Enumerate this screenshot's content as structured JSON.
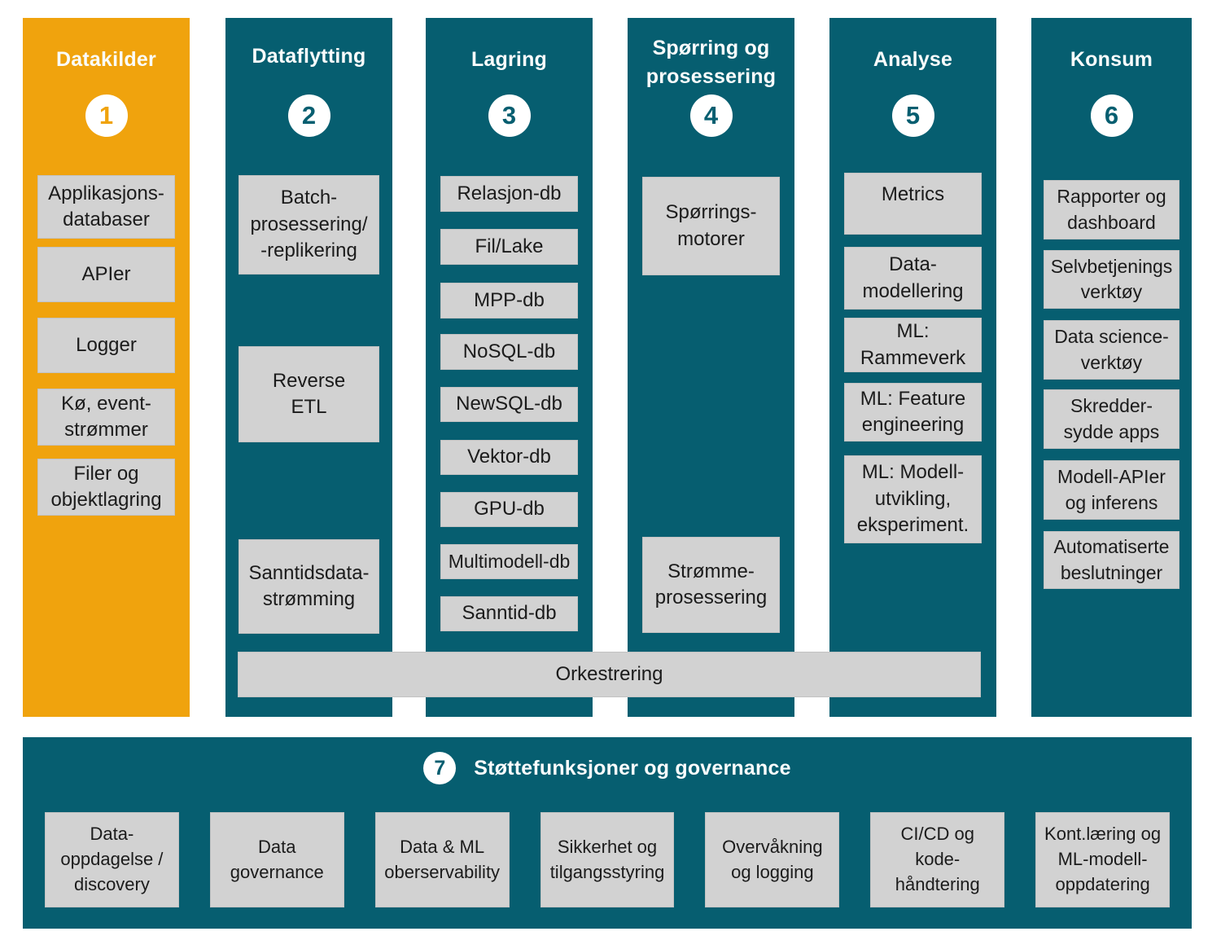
{
  "diagram": {
    "columns": [
      {
        "number": "1",
        "title": "Datakilder",
        "boxes": [
          {
            "label": "Applikasjons-\ndatabaser"
          },
          {
            "label": "APIer"
          },
          {
            "label": "Logger"
          },
          {
            "label": "Kø, event-\nstrømmer"
          },
          {
            "label": "Filer og\nobjektlagring"
          }
        ]
      },
      {
        "number": "2",
        "title": "Dataflytting",
        "boxes": [
          {
            "label": "Batch-\nprosessering/\n-replikering"
          },
          {
            "label": "Reverse\nETL"
          },
          {
            "label": "Sanntidsdata-\nstrømming"
          }
        ]
      },
      {
        "number": "3",
        "title": "Lagring",
        "boxes": [
          {
            "label": "Relasjon-db"
          },
          {
            "label": "Fil/Lake"
          },
          {
            "label": "MPP-db"
          },
          {
            "label": "NoSQL-db"
          },
          {
            "label": "NewSQL-db"
          },
          {
            "label": "Vektor-db"
          },
          {
            "label": "GPU-db"
          },
          {
            "label": "Multimodell-db"
          },
          {
            "label": "Sanntid-db"
          }
        ]
      },
      {
        "number": "4",
        "title": "Spørring og\nprosessering",
        "boxes": [
          {
            "label": "Spørrings-\nmotorer"
          },
          {
            "label": "Strømme-\nprosessering"
          }
        ]
      },
      {
        "number": "5",
        "title": "Analyse",
        "boxes": [
          {
            "label": "Metrics"
          },
          {
            "label": "Data-\nmodellering"
          },
          {
            "label": "ML:\nRammeverk"
          },
          {
            "label": "ML: Feature\nengineering"
          },
          {
            "label": "ML: Modell-\nutvikling,\neksperiment."
          }
        ]
      },
      {
        "number": "6",
        "title": "Konsum",
        "boxes": [
          {
            "label": "Rapporter og\ndashboard"
          },
          {
            "label": "Selvbetjenings\nverktøy"
          },
          {
            "label": "Data science-\nverktøy"
          },
          {
            "label": "Skredder-\nsydde apps"
          },
          {
            "label": "Modell-APIer\nog inferens"
          },
          {
            "label": "Automatiserte\nbeslutninger"
          }
        ]
      }
    ],
    "orchestration_label": "Orkestrering",
    "footer": {
      "number": "7",
      "title": "Støttefunksjoner og governance",
      "boxes": [
        {
          "label": "Data-\noppdagelse /\ndiscovery"
        },
        {
          "label": "Data\ngovernance"
        },
        {
          "label": "Data & ML\noberservability"
        },
        {
          "label": "Sikkerhet og\ntilgangsstyring"
        },
        {
          "label": "Overvåkning\nog logging"
        },
        {
          "label": "CI/CD og\nkode-\nhåndtering"
        },
        {
          "label": "Kont.læring og\nML-modell-\noppdatering"
        }
      ]
    },
    "colors": {
      "teal": "#065E70",
      "orange": "#F0A30D",
      "box_bg": "#D2D2D2"
    }
  }
}
